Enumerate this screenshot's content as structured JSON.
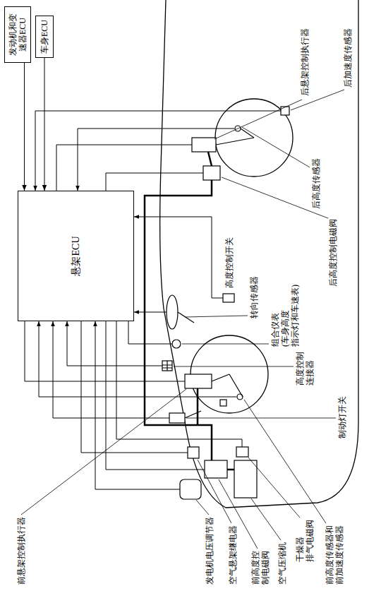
{
  "diagram": {
    "nodes": [
      {
        "text": [
          "发动机和变 速器ECU"
        ]
      },
      {
        "text": [
          "车身ECU"
        ]
      },
      {
        "text": [
          "悬架ECU"
        ]
      }
    ],
    "edges": [
      {
        "from": 0,
        "to": 2,
        "arrow": "to"
      },
      {
        "from": 1,
        "to": 2,
        "arrow": "to"
      }
    ],
    "labels": [
      "后悬架控制执行器",
      "后加速度传感器",
      "后高度传感器",
      "后高度控制电磁阀",
      "高度控制开关",
      "转向传感器",
      "组合仪表(车身高度 指示灯和车速表)",
      "制动灯开关",
      "高度控制 连接器",
      "前高度传感器和 前加速度传感器",
      "干燥器 排气电磁阀",
      "空气压缩机",
      "前高度控 制电磁阀",
      "空气悬架继电器",
      "发电机电压调节器",
      "前悬架控制执行器"
    ]
  }
}
